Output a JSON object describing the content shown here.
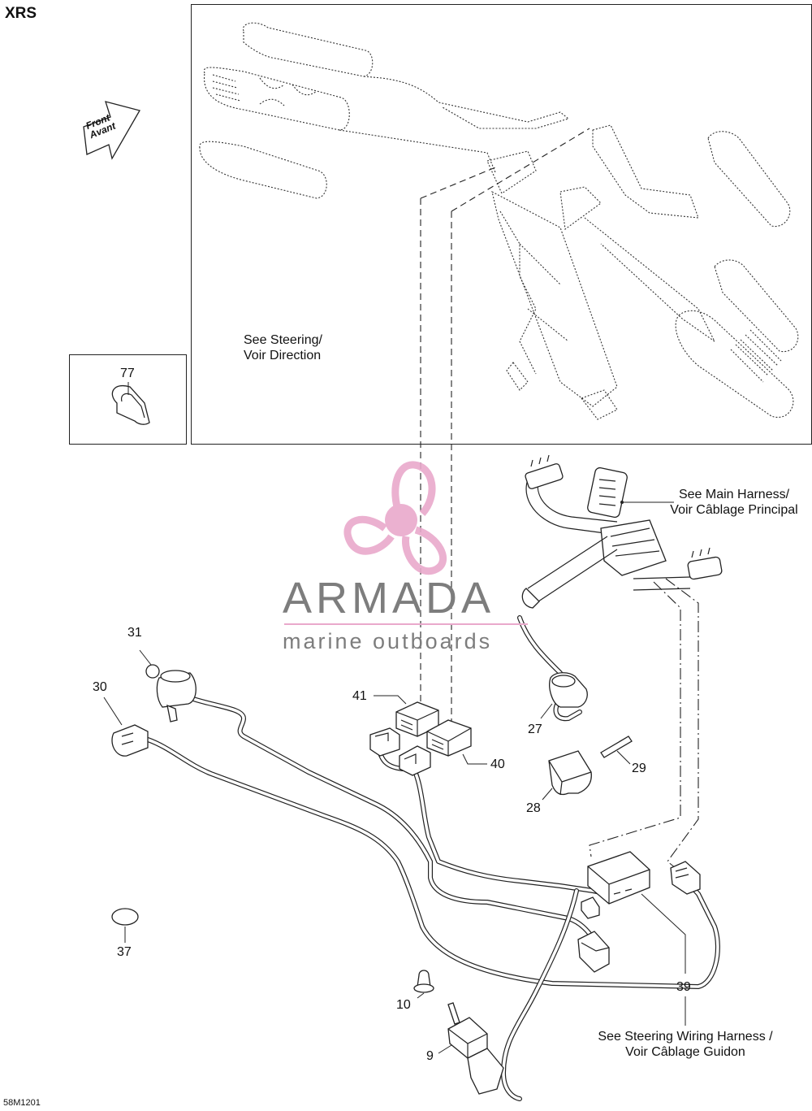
{
  "model_label": "XRS",
  "arrow_text": {
    "line1": "Front",
    "line2": "Avant"
  },
  "notes": {
    "steering": {
      "line1": "See Steering/",
      "line2": "Voir Direction"
    },
    "main_harness": {
      "line1": "See Main Harness/",
      "line2": "Voir Câblage Principal"
    },
    "steering_wiring": {
      "line1": "See Steering Wiring Harness /",
      "line2": "Voir Câblage Guidon"
    }
  },
  "parts": {
    "p77": "77",
    "p31": "31",
    "p30": "30",
    "p41": "41",
    "p40": "40",
    "p27": "27",
    "p29": "29",
    "p28": "28",
    "p37": "37",
    "p39": "39",
    "p10": "10",
    "p9": "9"
  },
  "watermark": {
    "name": "ARMADA",
    "tagline": "marine outboards"
  },
  "reference_code": "58M1201",
  "colors": {
    "line": "#222222",
    "watermark_pink": "#e9a9cc",
    "watermark_text": "#7d7d7d"
  }
}
